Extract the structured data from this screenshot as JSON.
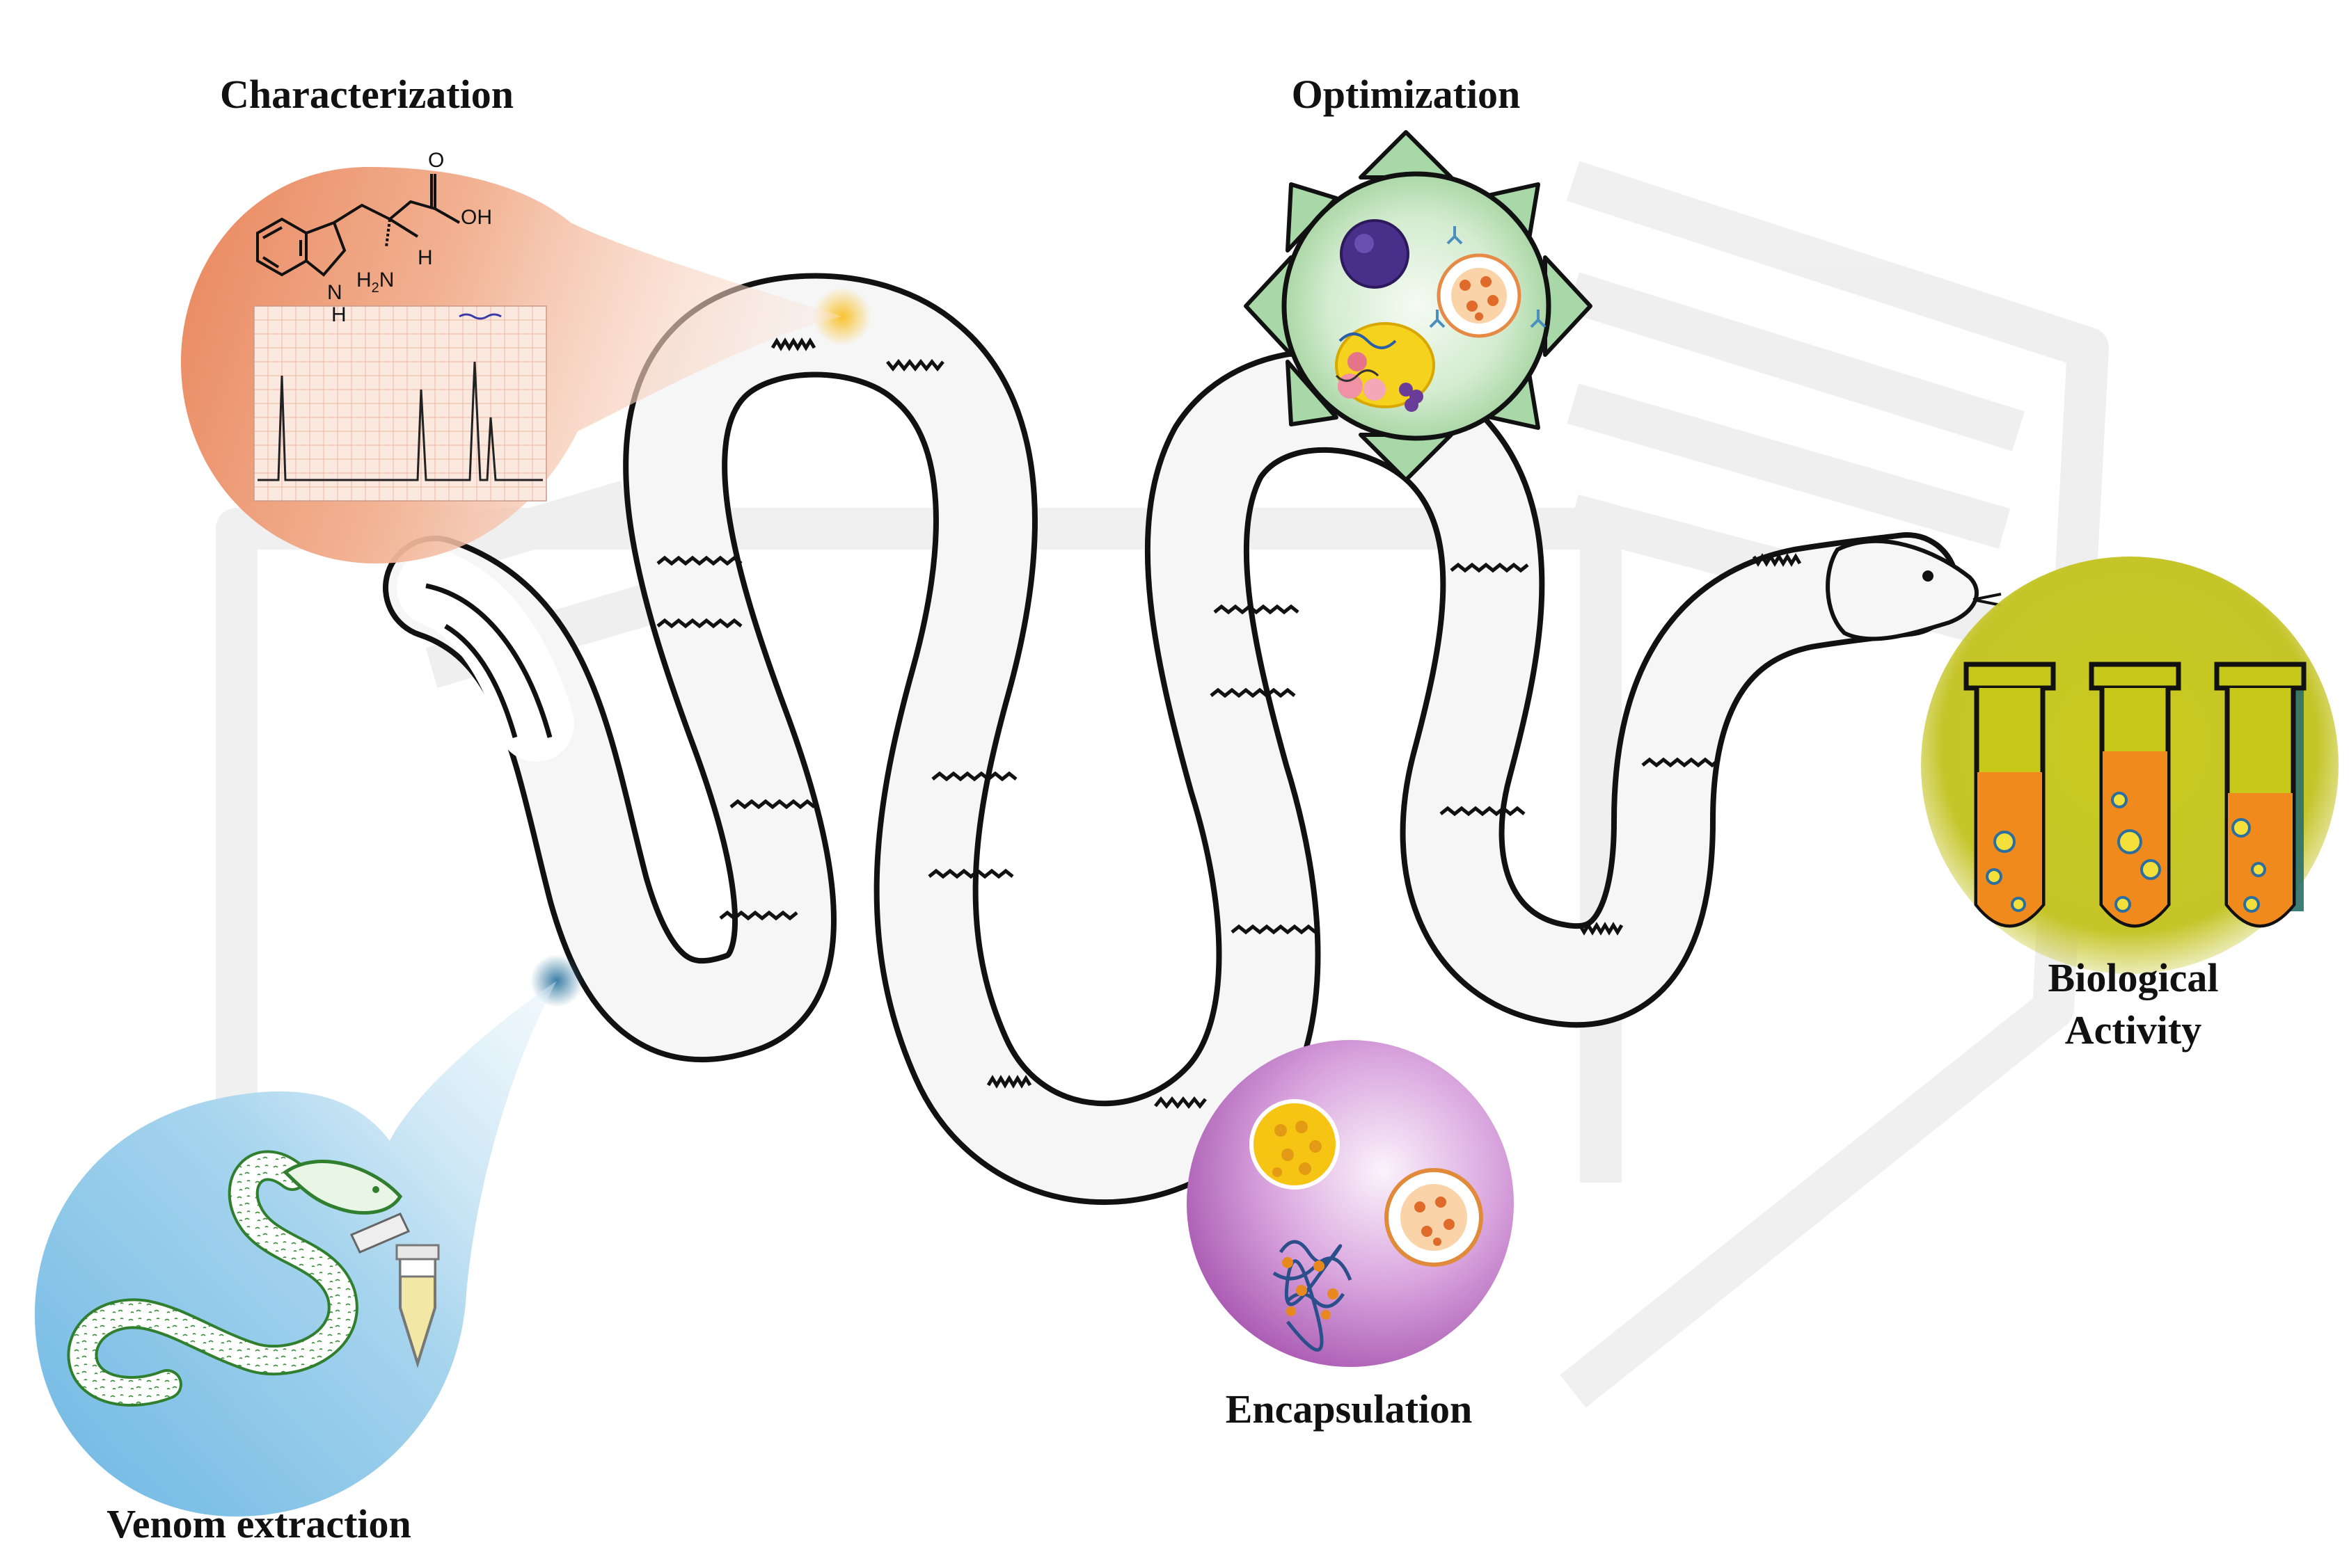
{
  "stages": {
    "characterization": {
      "label": "Characterization"
    },
    "optimization": {
      "label": "Optimization"
    },
    "biological_activity": {
      "label_line1": "Biological",
      "label_line2": "Activity"
    },
    "encapsulation": {
      "label": "Encapsulation"
    },
    "venom_extraction": {
      "label": "Venom extraction"
    }
  },
  "molecule": {
    "oxygen": "O",
    "hydroxyl": "OH",
    "amine_nh": "N",
    "amine_h": "H",
    "amine_h2": "H",
    "amine_h2_sub": "2",
    "alpha_h": "H",
    "ring_h": "H"
  },
  "colors": {
    "characterization": "#e9865c",
    "optimization_green": "#a8d8a8",
    "biological_yellow": "#c8c81a",
    "biological_orange": "#f08a1c",
    "biological_teal": "#2a6f6a",
    "encapsulation_purple": "#a958b0",
    "venom_blue": "#7ec3e8",
    "snake_outline": "#111111",
    "snake_fill": "#f6f6f6"
  },
  "icons": {
    "characterization": "chemical-structure-and-nmr-spectrum-icon",
    "optimization": "nanoparticle-and-cell-icon",
    "biological_activity": "test-tubes-icon",
    "encapsulation": "nanocarriers-icon",
    "venom_extraction": "snake-and-tube-icon"
  }
}
